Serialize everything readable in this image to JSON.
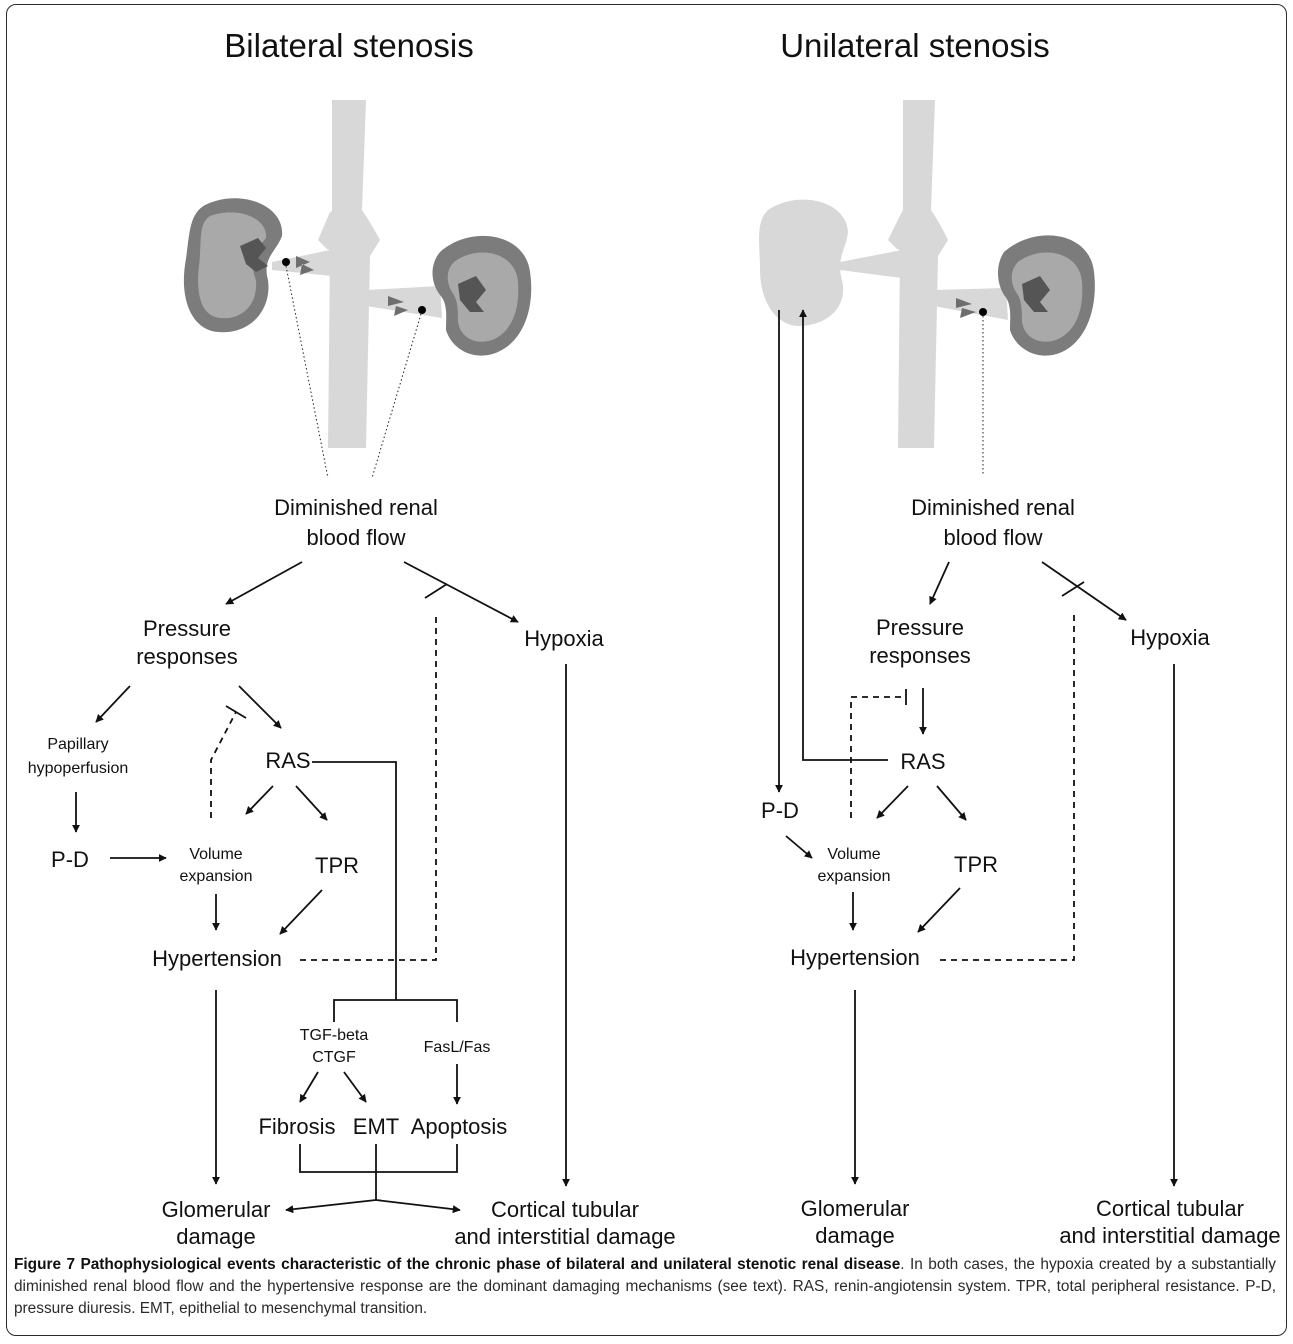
{
  "left_title": "Bilateral stenosis",
  "right_title": "Unilateral stenosis",
  "left": {
    "drbf_line1": "Diminished renal",
    "drbf_line2": "blood flow",
    "pressure_line1": "Pressure",
    "pressure_line2": "responses",
    "hypoxia": "Hypoxia",
    "papillary_line1": "Papillary",
    "papillary_line2": "hypoperfusion",
    "ras": "RAS",
    "pd": "P-D",
    "volume_line1": "Volume",
    "volume_line2": "expansion",
    "tpr": "TPR",
    "hypertension": "Hypertension",
    "tgf_line1": "TGF-beta",
    "tgf_line2": "CTGF",
    "fasl": "FasL/Fas",
    "fibrosis": "Fibrosis",
    "emt": "EMT",
    "apoptosis": "Apoptosis",
    "glomerular_line1": "Glomerular",
    "glomerular_line2": "damage",
    "cortical_line1": "Cortical tubular",
    "cortical_line2": "and interstitial damage"
  },
  "right": {
    "drbf_line1": "Diminished renal",
    "drbf_line2": "blood flow",
    "pressure_line1": "Pressure",
    "pressure_line2": "responses",
    "hypoxia": "Hypoxia",
    "ras": "RAS",
    "pd": "P-D",
    "volume_line1": "Volume",
    "volume_line2": "expansion",
    "tpr": "TPR",
    "hypertension": "Hypertension",
    "glomerular_line1": "Glomerular",
    "glomerular_line2": "damage",
    "cortical_line1": "Cortical tubular",
    "cortical_line2": "and interstitial damage"
  },
  "caption": {
    "bold": "Figure 7 Pathophysiological events characteristic of the chronic phase of bilateral and unilateral stenotic renal disease",
    "text": ". In both cases, the hypoxia created by a substantially diminished renal blood flow and the hypertensive response are the dominant damaging mechanisms (see text). RAS, renin-angiotensin system. TPR, total peripheral resistance. P-D, pressure diuresis. EMT, epithelial to mesenchymal transition."
  },
  "colors": {
    "vessel": "#d8d8d8",
    "kidney_cortex": "#7c7c7c",
    "kidney_medulla": "#a9a9a9",
    "hilum": "#555555",
    "ink": "#111111",
    "frame": "#2a2a2a"
  }
}
